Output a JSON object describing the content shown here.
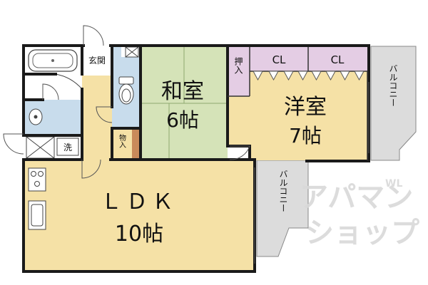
{
  "rooms": {
    "washitsu": {
      "name": "和室",
      "size": "6帖"
    },
    "youshitsu": {
      "name": "洋室",
      "size": "7帖"
    },
    "ldk": {
      "name": "ＬＤＫ",
      "size": "10帖"
    }
  },
  "labels": {
    "genkan": "玄関",
    "oshiire": "押入",
    "closet_1": "CL",
    "closet_2": "CL",
    "monoire": "物入",
    "sentaku": "洗",
    "balcony_right": "バルコニー",
    "balcony_middle": "バルコニー"
  },
  "watermark": {
    "line1": "アパマン",
    "line2": "ショップ",
    "small": "WL"
  },
  "colors": {
    "washitsu_fill": "#d5e3b8",
    "ldk_fill": "#f5e1a6",
    "youshitsu_fill": "#f5e1a6",
    "wet_fill": "#c8dcec",
    "closet_fill": "#e4cde4",
    "balcony_fill": "#dcdcdc",
    "wall": "#1a1a1a"
  }
}
